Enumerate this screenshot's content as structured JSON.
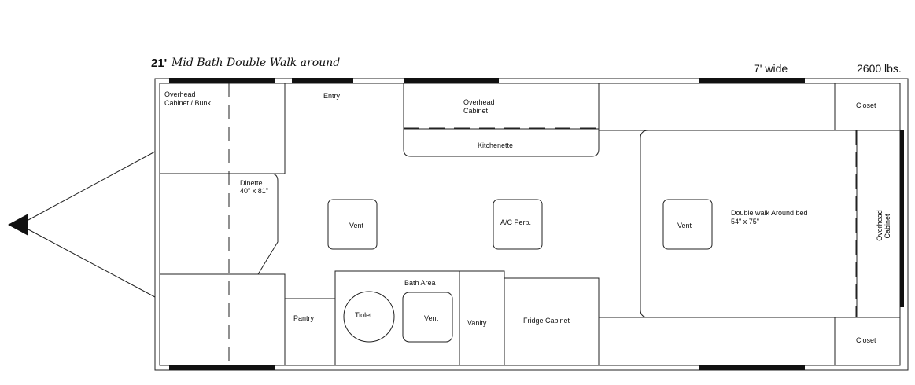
{
  "header": {
    "model_number": "21'",
    "model_name": "Mid Bath Double Walk around",
    "width": "7' wide",
    "weight": "2600 lbs."
  },
  "rooms": {
    "overhead_bunk": [
      "Overhead",
      "Cabinet / Bunk"
    ],
    "entry": "Entry",
    "overhead_cabinet_top": [
      "Overhead",
      "Cabinet"
    ],
    "kitchenette": "Kitchenette",
    "closet_top": "Closet",
    "dinette": [
      "Dinette",
      "40\" x 81\""
    ],
    "vent_front": "Vent",
    "ac": "A/C Perp.",
    "vent_bed": "Vent",
    "bed": [
      "Double walk Around bed",
      "54\" x 75\""
    ],
    "overhead_cabinet_rear": [
      "Overhead",
      "Cabinet"
    ],
    "bath_area": "Bath Area",
    "toilet": "Tiolet",
    "vent_bath": "Vent",
    "pantry": "Pantry",
    "vanity": "Vanity",
    "fridge": "Fridge Cabinet",
    "closet_bottom": "Closet"
  }
}
